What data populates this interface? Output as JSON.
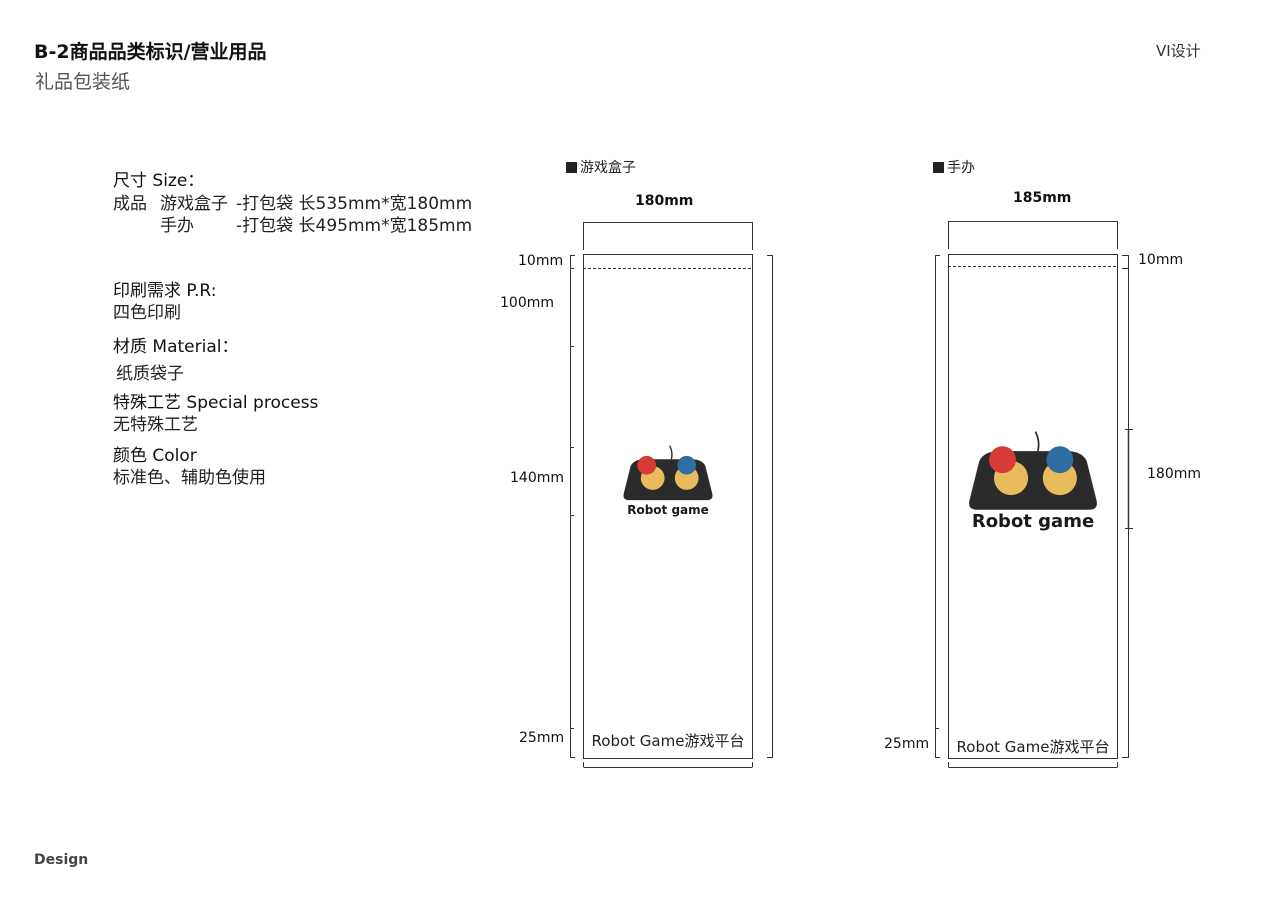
{
  "header": {
    "title": "B-2商品品类标识/营业用品",
    "subtitle": "礼品包装纸",
    "section_tag": "VI设计"
  },
  "footer": {
    "brand": "Design"
  },
  "specs": {
    "size_heading": "尺寸 Size：",
    "product_label": "成品",
    "line1_item": "游戏盒子",
    "line1_detail": "-打包袋 长535mm*宽180mm",
    "line2_item": "手办",
    "line2_detail": "-打包袋 长495mm*宽185mm",
    "print_heading": "印刷需求 P.R:",
    "print_value": "四色印刷",
    "material_heading": "材质 Material：",
    "material_value": "纸质袋子",
    "process_heading": "特殊工艺 Special process",
    "process_value": "无特殊工艺",
    "color_heading": "颜色 Color",
    "color_value": "标准色、辅助色使用"
  },
  "bag_game_box": {
    "label": "游戏盒子",
    "width_dim": "180mm",
    "top_dim": "10mm",
    "seg1_dim": "100mm",
    "seg2_dim": "140mm",
    "bottom_dim": "25mm",
    "logo_text": "Robot game",
    "footer_text": "Robot Game游戏平台"
  },
  "bag_figure": {
    "label": "手办",
    "width_dim": "185mm",
    "top_dim": "10mm",
    "logo_dim": "180mm",
    "bottom_dim": "25mm",
    "logo_text": "Robot game",
    "footer_text": "Robot Game游戏平台"
  },
  "colors": {
    "controller_body": "#2b2b2b",
    "button_red": "#d83a35",
    "button_blue": "#2f6ea1",
    "button_yellow": "#e8bb5c",
    "line": "#333333"
  }
}
